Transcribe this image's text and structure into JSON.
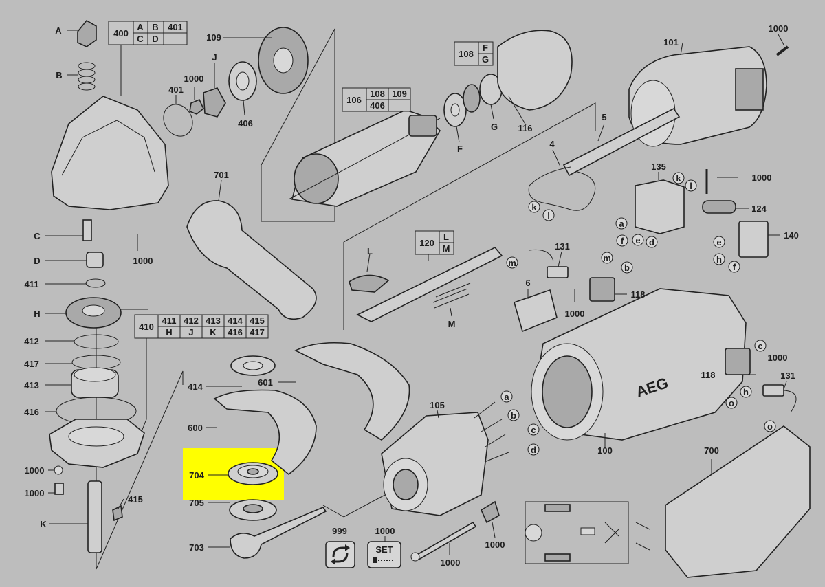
{
  "labels": {
    "A": "A",
    "B": "B",
    "C": "C",
    "D": "D",
    "E": "E",
    "F": "F",
    "G": "G",
    "H": "H",
    "J": "J",
    "K": "K",
    "L": "L",
    "M": "M",
    "n1000": "1000",
    "n401": "401",
    "n406": "406",
    "n109": "109",
    "n116": "116",
    "n101": "101",
    "n5": "5",
    "n4": "4",
    "n701": "701",
    "n135": "135",
    "n124": "124",
    "n140": "140",
    "n131": "131",
    "n118": "118",
    "n6": "6",
    "n411": "411",
    "n412": "412",
    "n417": "417",
    "n413": "413",
    "n416": "416",
    "n415": "415",
    "n414": "414",
    "n600": "600",
    "n601": "601",
    "n704": "704",
    "n705": "705",
    "n703": "703",
    "n999": "999",
    "n105": "105",
    "n100": "100",
    "n700": "700",
    "k": "k",
    "l": "l",
    "a": "a",
    "b": "b",
    "c": "c",
    "d": "d",
    "e": "e",
    "f": "f",
    "h": "h",
    "m": "m",
    "o": "o"
  },
  "tables": {
    "t400": {
      "head": "400",
      "cells": [
        "A",
        "B",
        "401",
        "C",
        "D",
        ""
      ]
    },
    "t108": {
      "head": "108",
      "cells": [
        "F",
        "G"
      ]
    },
    "t106": {
      "head": "106",
      "cells": [
        "108",
        "109",
        "406",
        ""
      ]
    },
    "t120": {
      "head": "120",
      "cells": [
        "L",
        "M"
      ]
    },
    "t410": {
      "head": "410",
      "cells": [
        "411",
        "412",
        "413",
        "414",
        "415",
        "H",
        "J",
        "K",
        "416",
        "417"
      ]
    }
  },
  "icons": {
    "reset": "refresh-icon",
    "set": "SET"
  },
  "brand": "AEG",
  "colors": {
    "background": "#bdbdbd",
    "highlight": "#ffff00",
    "line": "#222222"
  }
}
